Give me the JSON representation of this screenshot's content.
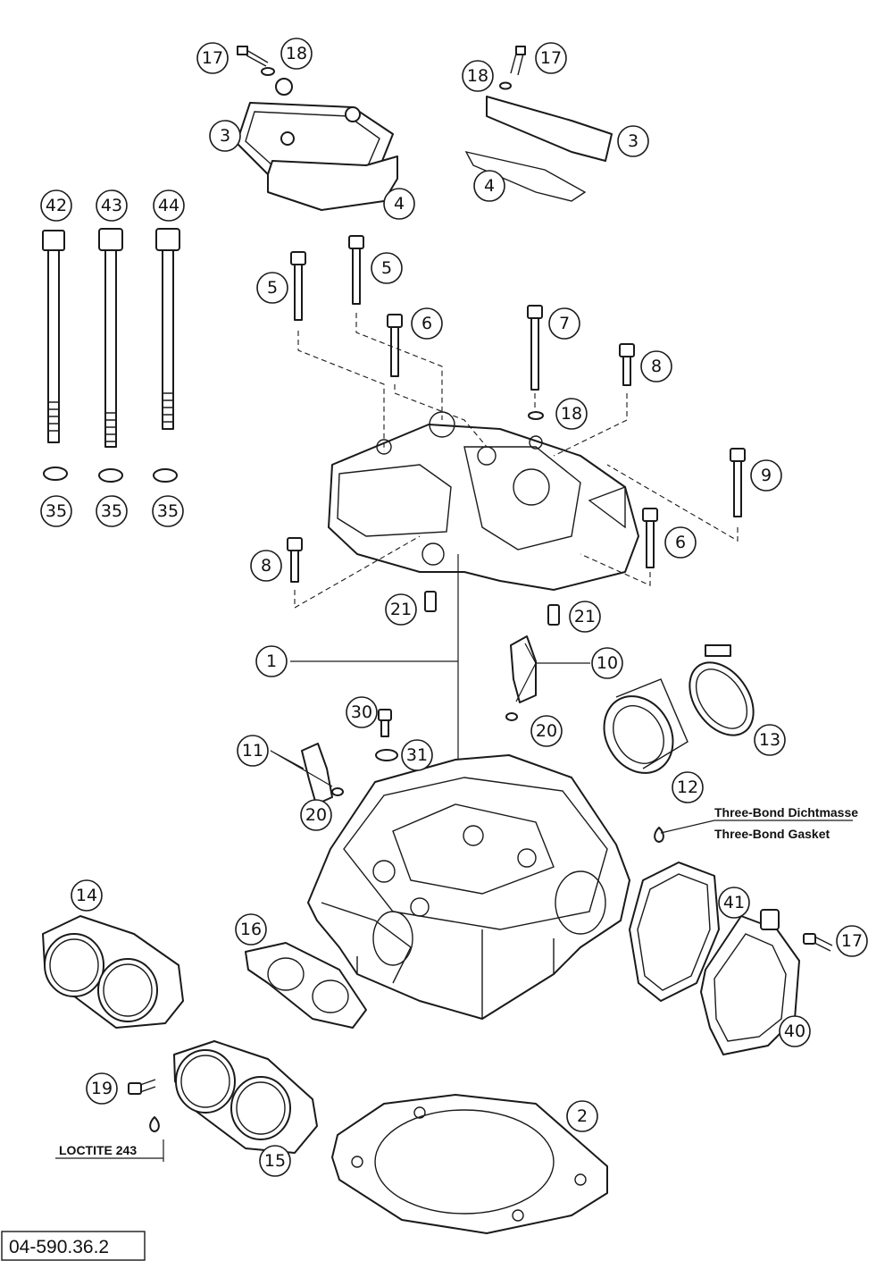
{
  "diagram_number": "04-590.36.2",
  "sealant_note": {
    "line1": "Three-Bond Dichtmasse",
    "line2": "Three-Bond Gasket"
  },
  "threadlock_note": "LOCTITE 243",
  "callout_numbers": {
    "c1": "1",
    "c2": "2",
    "c3": "3",
    "c4": "4",
    "c5": "5",
    "c6": "6",
    "c7": "7",
    "c8": "8",
    "c9": "9",
    "c10": "10",
    "c11": "11",
    "c12": "12",
    "c13": "13",
    "c14": "14",
    "c15": "15",
    "c16": "16",
    "c17": "17",
    "c18": "18",
    "c19": "19",
    "c20": "20",
    "c21": "21",
    "c30": "30",
    "c31": "31",
    "c35": "35",
    "c40": "40",
    "c41": "41",
    "c42": "42",
    "c43": "43",
    "c44": "44"
  }
}
